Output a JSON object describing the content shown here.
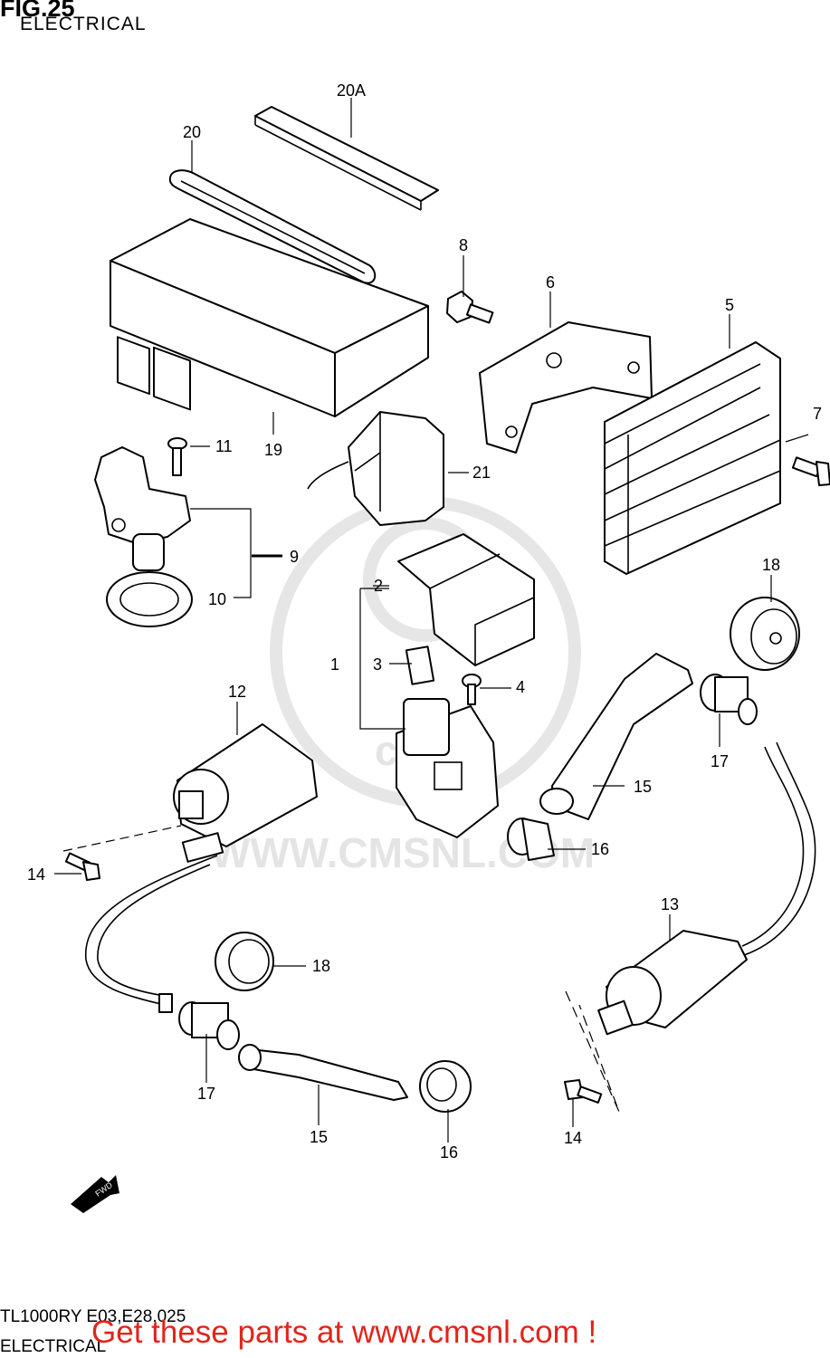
{
  "header": {
    "fig_title": "FIG.25",
    "subtitle": "ELECTRICAL"
  },
  "footer": {
    "model_code": "TL1000RY E03,E28,025",
    "section_name": "ELECTRICAL",
    "cta": "Get these parts at www.cmsnl.com !"
  },
  "watermark": {
    "text": "WWW.CMSNL.COM",
    "logo_text": "cms"
  },
  "direction_arrow": {
    "label": "FWD"
  },
  "callouts": {
    "c1": "1",
    "c2": "2",
    "c3": "3",
    "c4": "4",
    "c5": "5",
    "c6": "6",
    "c7": "7",
    "c8": "8",
    "c9": "9",
    "c10": "10",
    "c11": "11",
    "c12": "12",
    "c13": "13",
    "c14a": "14",
    "c14b": "14",
    "c15a": "15",
    "c15b": "15",
    "c16a": "16",
    "c16b": "16",
    "c17a": "17",
    "c17b": "17",
    "c18a": "18",
    "c18b": "18",
    "c19": "19",
    "c20": "20",
    "c20a": "20A",
    "c21": "21"
  }
}
